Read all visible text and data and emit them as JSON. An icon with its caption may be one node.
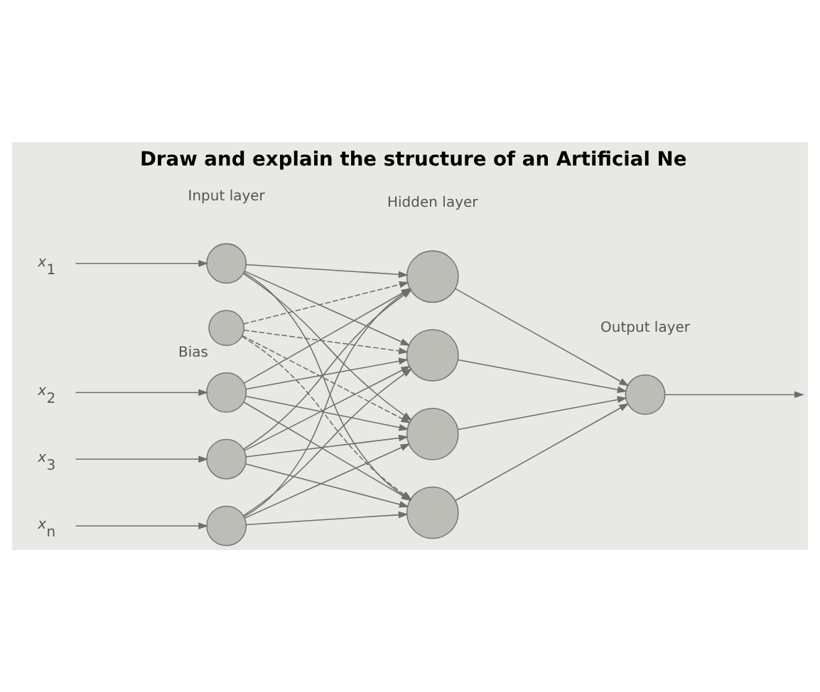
{
  "diagram": {
    "title": "Draw and explain the structure of an Artificial Ne",
    "nodes": [
      {
        "text": [
          "Bias"
        ]
      },
      {
        "text": [
          "x$_{1}$"
        ]
      },
      {
        "text": [
          "x$_{2}$"
        ]
      },
      {
        "text": [
          "x$_{3}$"
        ]
      },
      {
        "text": [
          "x$_{n}$"
        ]
      },
      {
        "text": [],
        "shape": "circle"
      },
      {
        "text": [],
        "shape": "circle"
      },
      {
        "text": [],
        "shape": "circle"
      },
      {
        "text": [],
        "shape": "circle"
      },
      {
        "text": [],
        "shape": "circle"
      },
      {
        "text": [],
        "shape": "circle"
      },
      {
        "text": [],
        "shape": "circle"
      },
      {
        "text": [],
        "shape": "circle"
      },
      {
        "text": [],
        "shape": "circle"
      }
    ],
    "edges": [
      {
        "from": 1,
        "to": 5,
        "arrow": "to"
      },
      {
        "from": 2,
        "to": 6,
        "arrow": "to"
      },
      {
        "from": 3,
        "to": 7,
        "arrow": "to"
      },
      {
        "from": 4,
        "to": 8,
        "arrow": "to"
      },
      {
        "from": 5,
        "to": 9,
        "arrow": "to"
      },
      {
        "from": 5,
        "to": 10,
        "arrow": "to"
      },
      {
        "from": 5,
        "to": 11,
        "arrow": "to"
      },
      {
        "from": 5,
        "to": 12,
        "arrow": "to"
      },
      {
        "from": 6,
        "to": 9,
        "arrow": "to"
      },
      {
        "from": 6,
        "to": 10,
        "arrow": "to"
      },
      {
        "from": 6,
        "to": 11,
        "arrow": "to"
      },
      {
        "from": 6,
        "to": 12,
        "arrow": "to"
      },
      {
        "from": 7,
        "to": 9,
        "arrow": "to"
      },
      {
        "from": 7,
        "to": 10,
        "arrow": "to"
      },
      {
        "from": 7,
        "to": 11,
        "arrow": "to"
      },
      {
        "from": 7,
        "to": 12,
        "arrow": "to"
      },
      {
        "from": 8,
        "to": 9,
        "arrow": "to"
      },
      {
        "from": 8,
        "to": 10,
        "arrow": "to"
      },
      {
        "from": 8,
        "to": 11,
        "arrow": "to"
      },
      {
        "from": 8,
        "to": 12,
        "arrow": "to"
      },
      {
        "from": 0,
        "to": 9,
        "arrow": "to",
        "style": "dashed"
      },
      {
        "from": 0,
        "to": 10,
        "arrow": "to",
        "style": "dashed"
      },
      {
        "from": 0,
        "to": 11,
        "arrow": "to",
        "style": "dashed"
      },
      {
        "from": 0,
        "to": 12,
        "arrow": "to",
        "style": "dashed"
      },
      {
        "from": 9,
        "to": 13,
        "arrow": "to"
      },
      {
        "from": 10,
        "to": 13,
        "arrow": "to"
      },
      {
        "from": 11,
        "to": 13,
        "arrow": "to"
      },
      {
        "from": 12,
        "to": 13,
        "arrow": "to"
      },
      {
        "from": 13,
        "to": null,
        "arrow": "to"
      }
    ],
    "labels": [
      "Input layer",
      "Hidden layer",
      "Output layer"
    ]
  }
}
